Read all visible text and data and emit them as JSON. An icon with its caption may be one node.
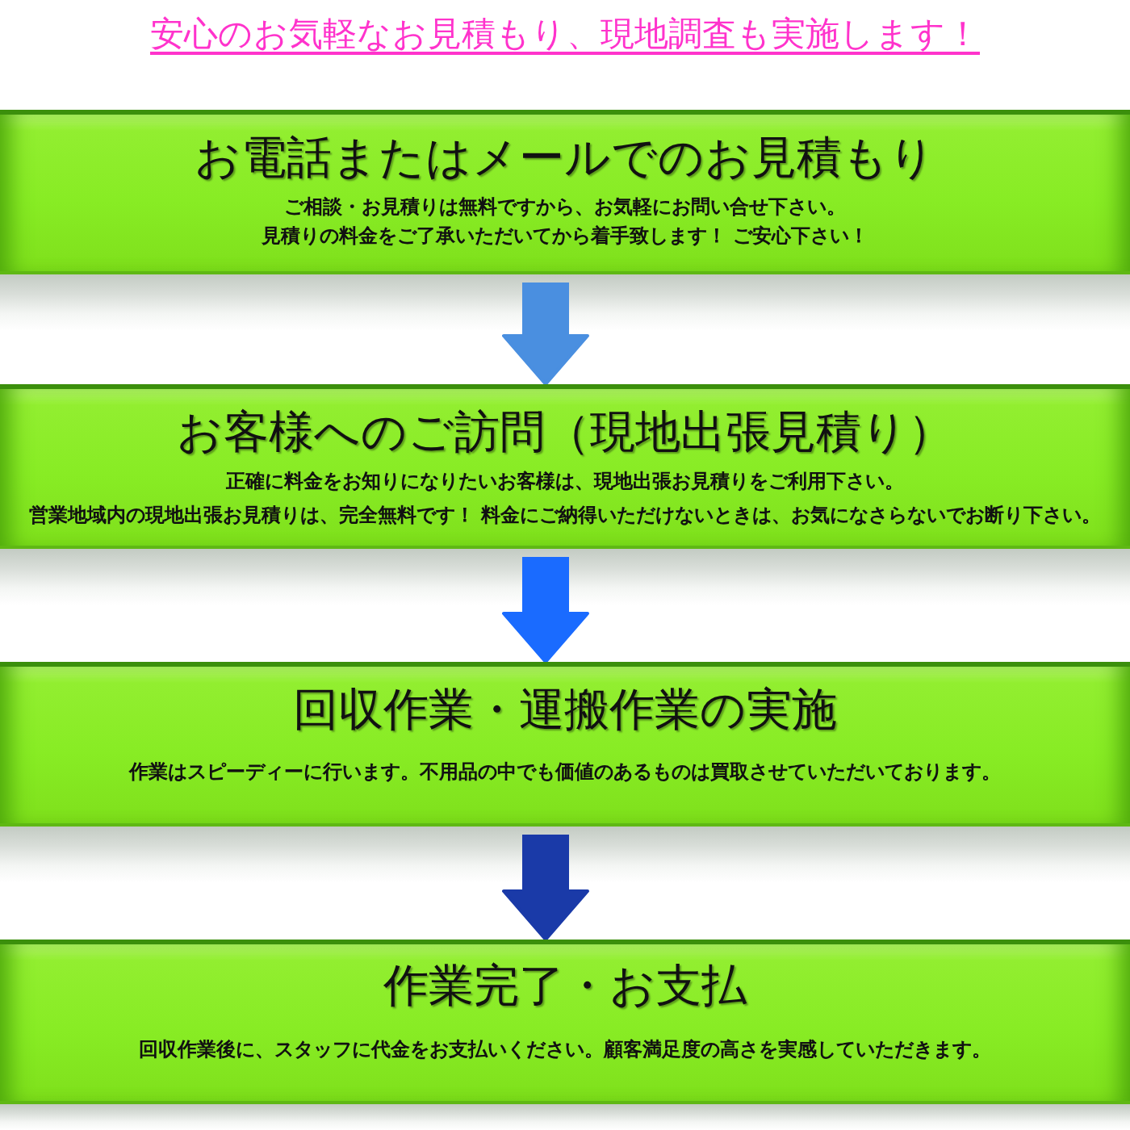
{
  "diagram": {
    "title": "安心のお気軽なお見積もり、現地調査も実施します！",
    "nodes": [
      {
        "text": [
          "お電話またはメールでのお見積もり",
          "ご相談・お見積りは無料ですから、お気軽にお問い合せ下さい。",
          "見積りの料金をご了承いただいてから着手致します！ ご安心下さい！"
        ]
      },
      {
        "text": [
          "お客様へのご訪問（現地出張見積り）",
          "正確に料金をお知りになりたいお客様は、現地出張お見積りをご利用下さい。",
          "営業地域内の現地出張お見積りは、完全無料です！ 料金にご納得いただけないときは、お気になさらないでお断り下さい。"
        ]
      },
      {
        "text": [
          "回収作業・運搬作業の実施",
          "作業はスピーディーに行います。不用品の中でも価値のあるものは買取させていただいております。"
        ]
      },
      {
        "text": [
          "作業完了・お支払",
          "回収作業後に、スタッフに代金をお支払いください。顧客満足度の高さを実感していただきます。"
        ]
      }
    ],
    "edges": [
      {
        "from": 0,
        "to": 1,
        "arrow": "to",
        "color": "#4a8fe0"
      },
      {
        "from": 1,
        "to": 2,
        "arrow": "to",
        "color": "#1a6bff"
      },
      {
        "from": 2,
        "to": 3,
        "arrow": "to",
        "color": "#1a3aa8"
      }
    ]
  }
}
